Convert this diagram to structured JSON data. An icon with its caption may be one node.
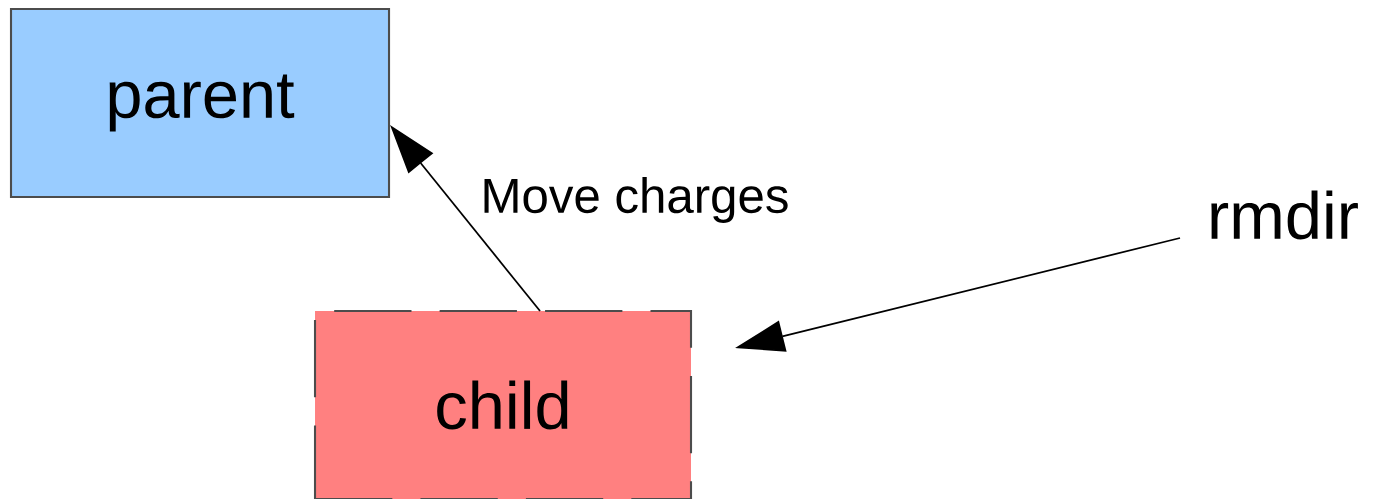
{
  "diagram": {
    "nodes": [
      {
        "text": [
          "parent"
        ]
      },
      {
        "text": [
          "child"
        ]
      },
      {
        "text": [
          "rmdir"
        ]
      }
    ],
    "edges": [
      {
        "from": 1,
        "to": 0,
        "arrow": "to",
        "label": "Move charges"
      },
      {
        "from": 2,
        "to": 1,
        "arrow": "to"
      }
    ]
  }
}
